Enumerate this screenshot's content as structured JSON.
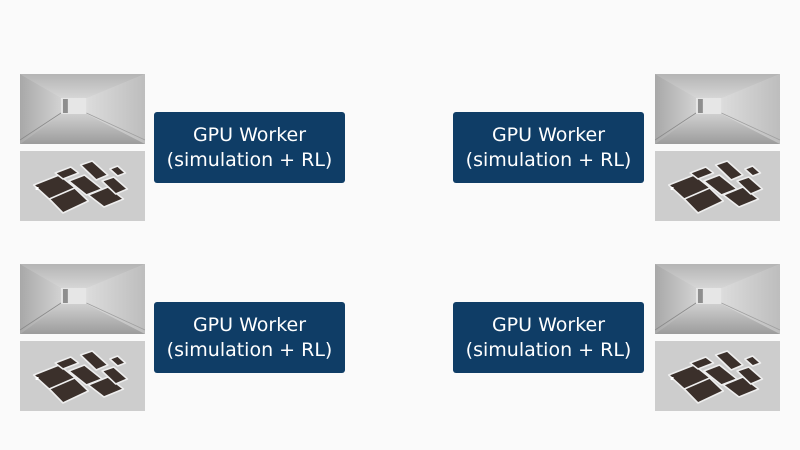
{
  "workers": [
    {
      "line1": "GPU Worker",
      "line2": "(simulation + RL)"
    },
    {
      "line1": "GPU Worker",
      "line2": "(simulation + RL)"
    },
    {
      "line1": "GPU Worker",
      "line2": "(simulation + RL)"
    },
    {
      "line1": "GPU Worker",
      "line2": "(simulation + RL)"
    }
  ],
  "colors": {
    "worker_box": "#0f3d66",
    "worker_text": "#ffffff",
    "background": "#fafafa"
  }
}
